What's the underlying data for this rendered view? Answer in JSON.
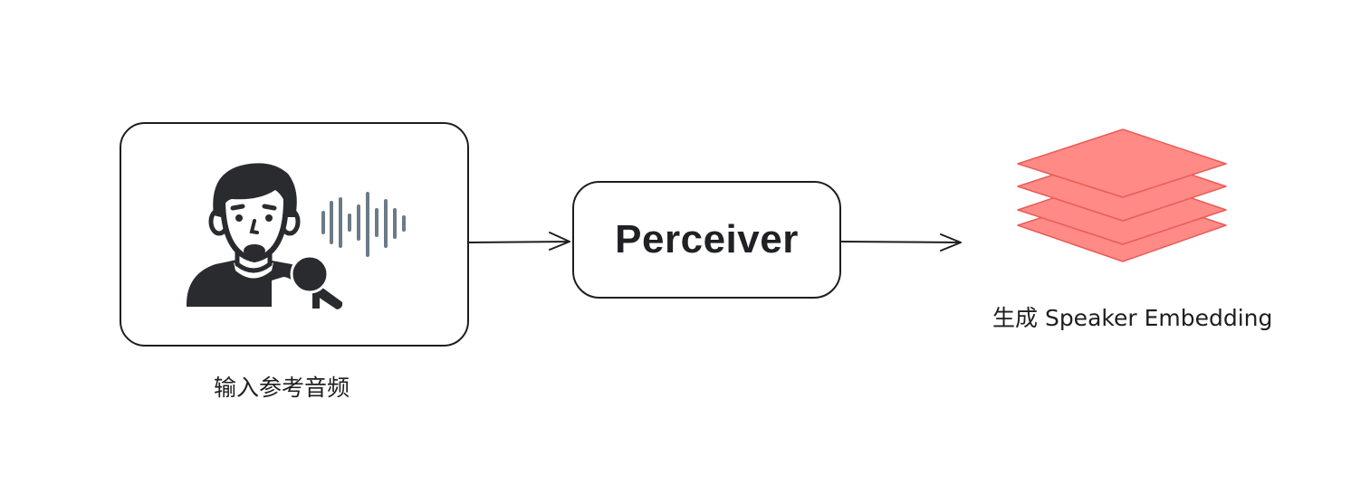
{
  "diagram": {
    "input": {
      "caption": "输入参考音频",
      "icons": [
        "man-singer-icon",
        "sound-wave-icon"
      ]
    },
    "process": {
      "label": "Perceiver"
    },
    "output": {
      "caption": "生成 Speaker Embedding",
      "icon": "stacked-layers-icon",
      "layer_color": "#ff8a86",
      "layer_stroke": "#e85c57"
    },
    "colors": {
      "stroke": "#1e1e1e",
      "icon_dark": "#292b2e",
      "wave": "#6b7a86"
    }
  }
}
